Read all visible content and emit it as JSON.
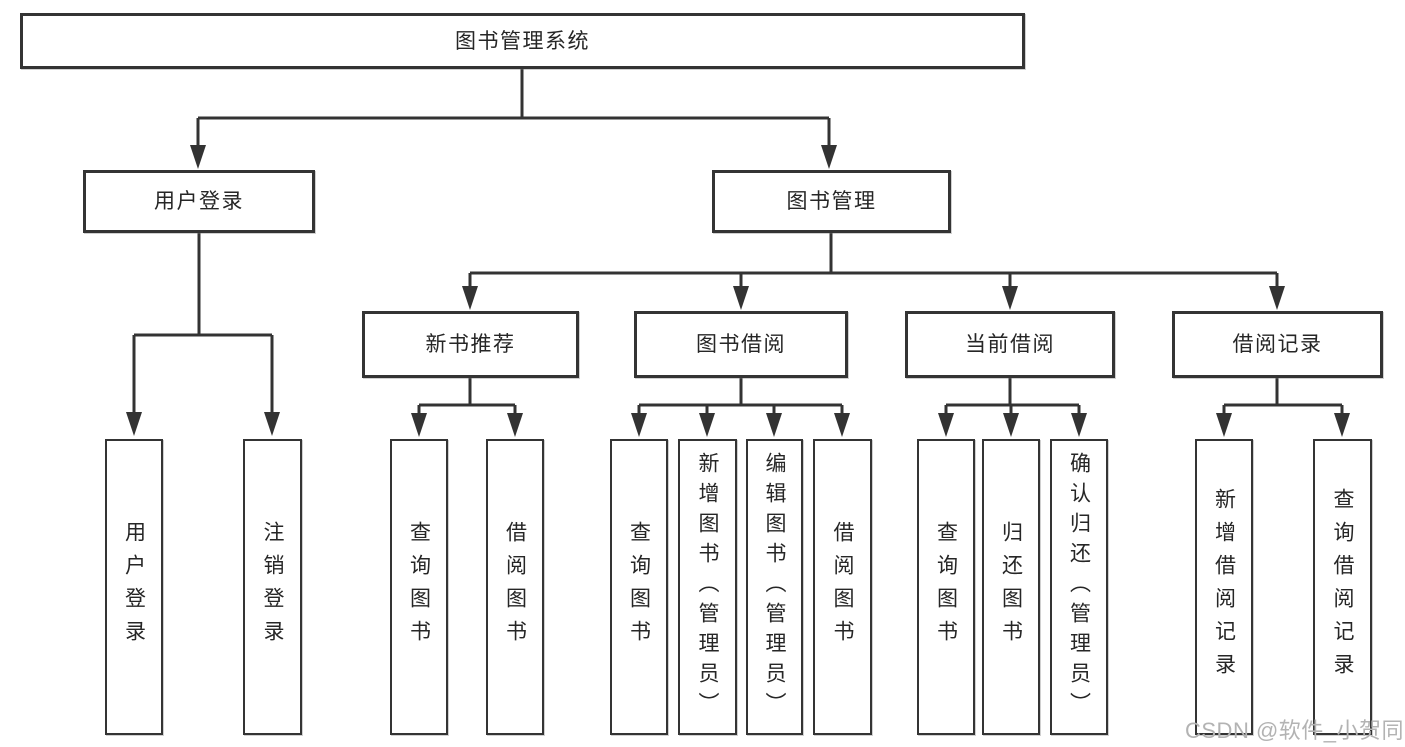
{
  "diagram": {
    "nodes": {
      "root": "图书管理系统",
      "user_login": "用户登录",
      "book_management": "图书管理",
      "new_book_recommend": "新书推荐",
      "book_borrow": "图书借阅",
      "current_borrow": "当前借阅",
      "borrow_records": "借阅记录",
      "leaf_user_login": "用户登录",
      "leaf_logout": "注销登录",
      "nb_query_books": "查询图书",
      "nb_borrow_books": "借阅图书",
      "bb_query_books": "查询图书",
      "bb_add_books": "新增图书（管理员）",
      "bb_edit_books": "编辑图书（管理员）",
      "bb_borrow_books": "借阅图书",
      "cb_query_books": "查询图书",
      "cb_return_books": "归还图书",
      "cb_confirm_return": "确认归还（管理员）",
      "br_add_record": "新增借阅记录",
      "br_query_record": "查询借阅记录"
    },
    "watermark": "CSDN @软件_小贺同学",
    "colors": {
      "line": "#333333",
      "box_border": "#343434",
      "text": "#262626",
      "watermark": "#b3b3b3",
      "background": "#ffffff"
    }
  }
}
